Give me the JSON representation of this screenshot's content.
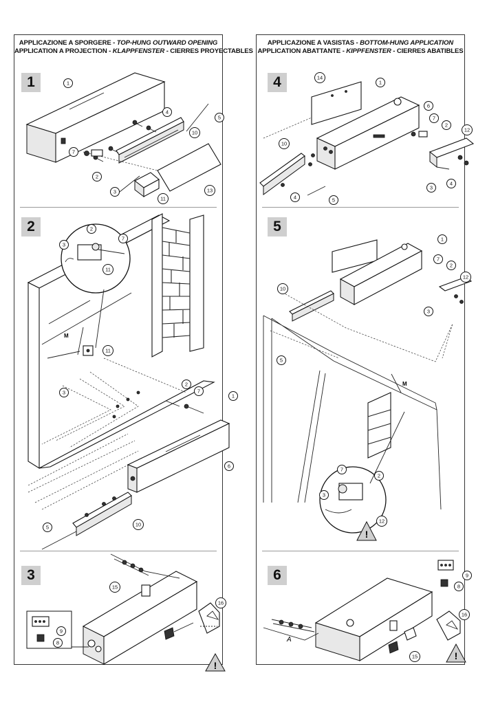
{
  "left_panel": {
    "header_line1_plain": "APPLICAZIONE A SPORGERE - ",
    "header_line1_italic": "TOP-HUNG OUTWARD OPENING",
    "header_line2_plain_a": "APPLICATION A PROJECTION - ",
    "header_line2_italic": "KLAPPFENSTER",
    "header_line2_plain_b": " - CIERRES PROYECTABLES",
    "steps": [
      "1",
      "2",
      "3"
    ]
  },
  "right_panel": {
    "header_line1_plain": "APPLICAZIONE A VASISTAS - ",
    "header_line1_italic": "BOTTOM-HUNG APPLICATION",
    "header_line2_plain_a": "APPLICATION ABATTANTE - ",
    "header_line2_italic": "KIPPFENSTER",
    "header_line2_plain_b": " - CIERRES ABATIBLES",
    "steps": [
      "4",
      "5",
      "6"
    ]
  },
  "callouts": {
    "s1": [
      "1",
      "4",
      "5",
      "10",
      "7",
      "2",
      "3",
      "11",
      "13"
    ],
    "s2": [
      "2",
      "7",
      "3",
      "11",
      "11",
      "3",
      "2",
      "7",
      "1",
      "6",
      "10",
      "5"
    ],
    "s3": [
      "15",
      "16",
      "9",
      "8"
    ],
    "s4": [
      "14",
      "1",
      "6",
      "7",
      "2",
      "12",
      "10",
      "3",
      "4",
      "4",
      "5"
    ],
    "s5": [
      "1",
      "7",
      "2",
      "12",
      "10",
      "3",
      "5",
      "7",
      "2",
      "3",
      "12"
    ],
    "s6": [
      "9",
      "8",
      "16",
      "15"
    ]
  },
  "marks": {
    "m_label": "M",
    "a_label": "A",
    "warning_glyph": "!"
  }
}
